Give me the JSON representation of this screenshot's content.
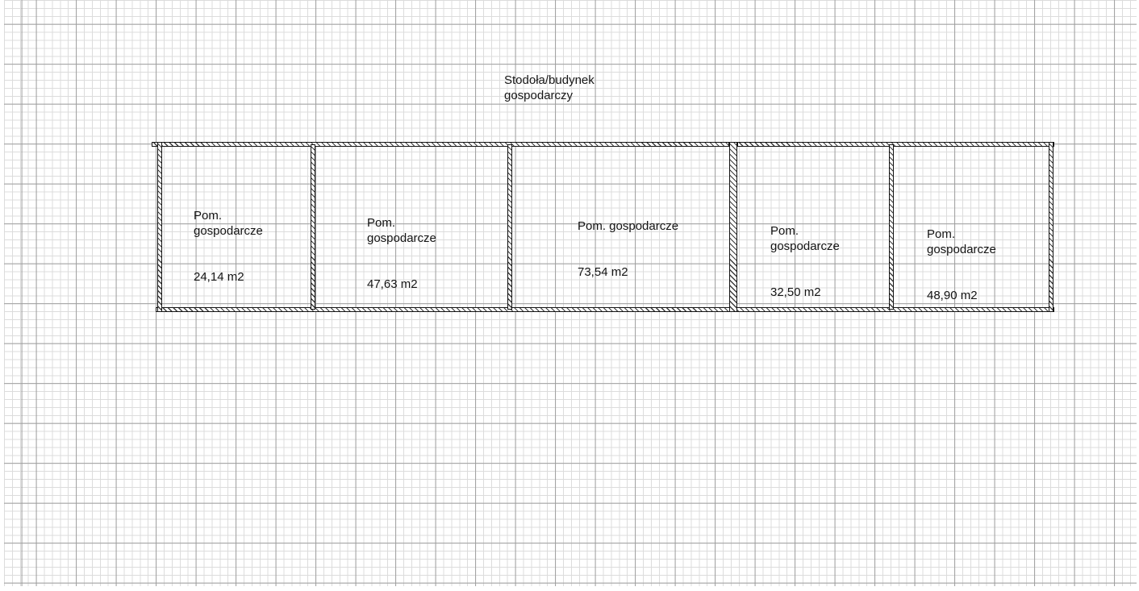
{
  "title_lines": "Stodoła/budynek\ngospodarczy",
  "building": {
    "name": "Stodoła/budynek gospodarczy",
    "rooms": [
      {
        "name": "Pom.\ngospodarcze",
        "area": "24,14 m2"
      },
      {
        "name": "Pom.\ngospodarcze",
        "area": "47,63 m2"
      },
      {
        "name": "Pom. gospodarcze",
        "area": "73,54 m2"
      },
      {
        "name": "Pom.\ngospodarcze",
        "area": "32,50 m2"
      },
      {
        "name": "Pom.\ngospodarcze",
        "area": "48,90 m2"
      }
    ]
  },
  "colors": {
    "background": "#ffffff",
    "grid_minor": "#dcdcdc",
    "grid_major": "#9e9e9e",
    "wall_line": "#141414",
    "text": "#141414"
  }
}
